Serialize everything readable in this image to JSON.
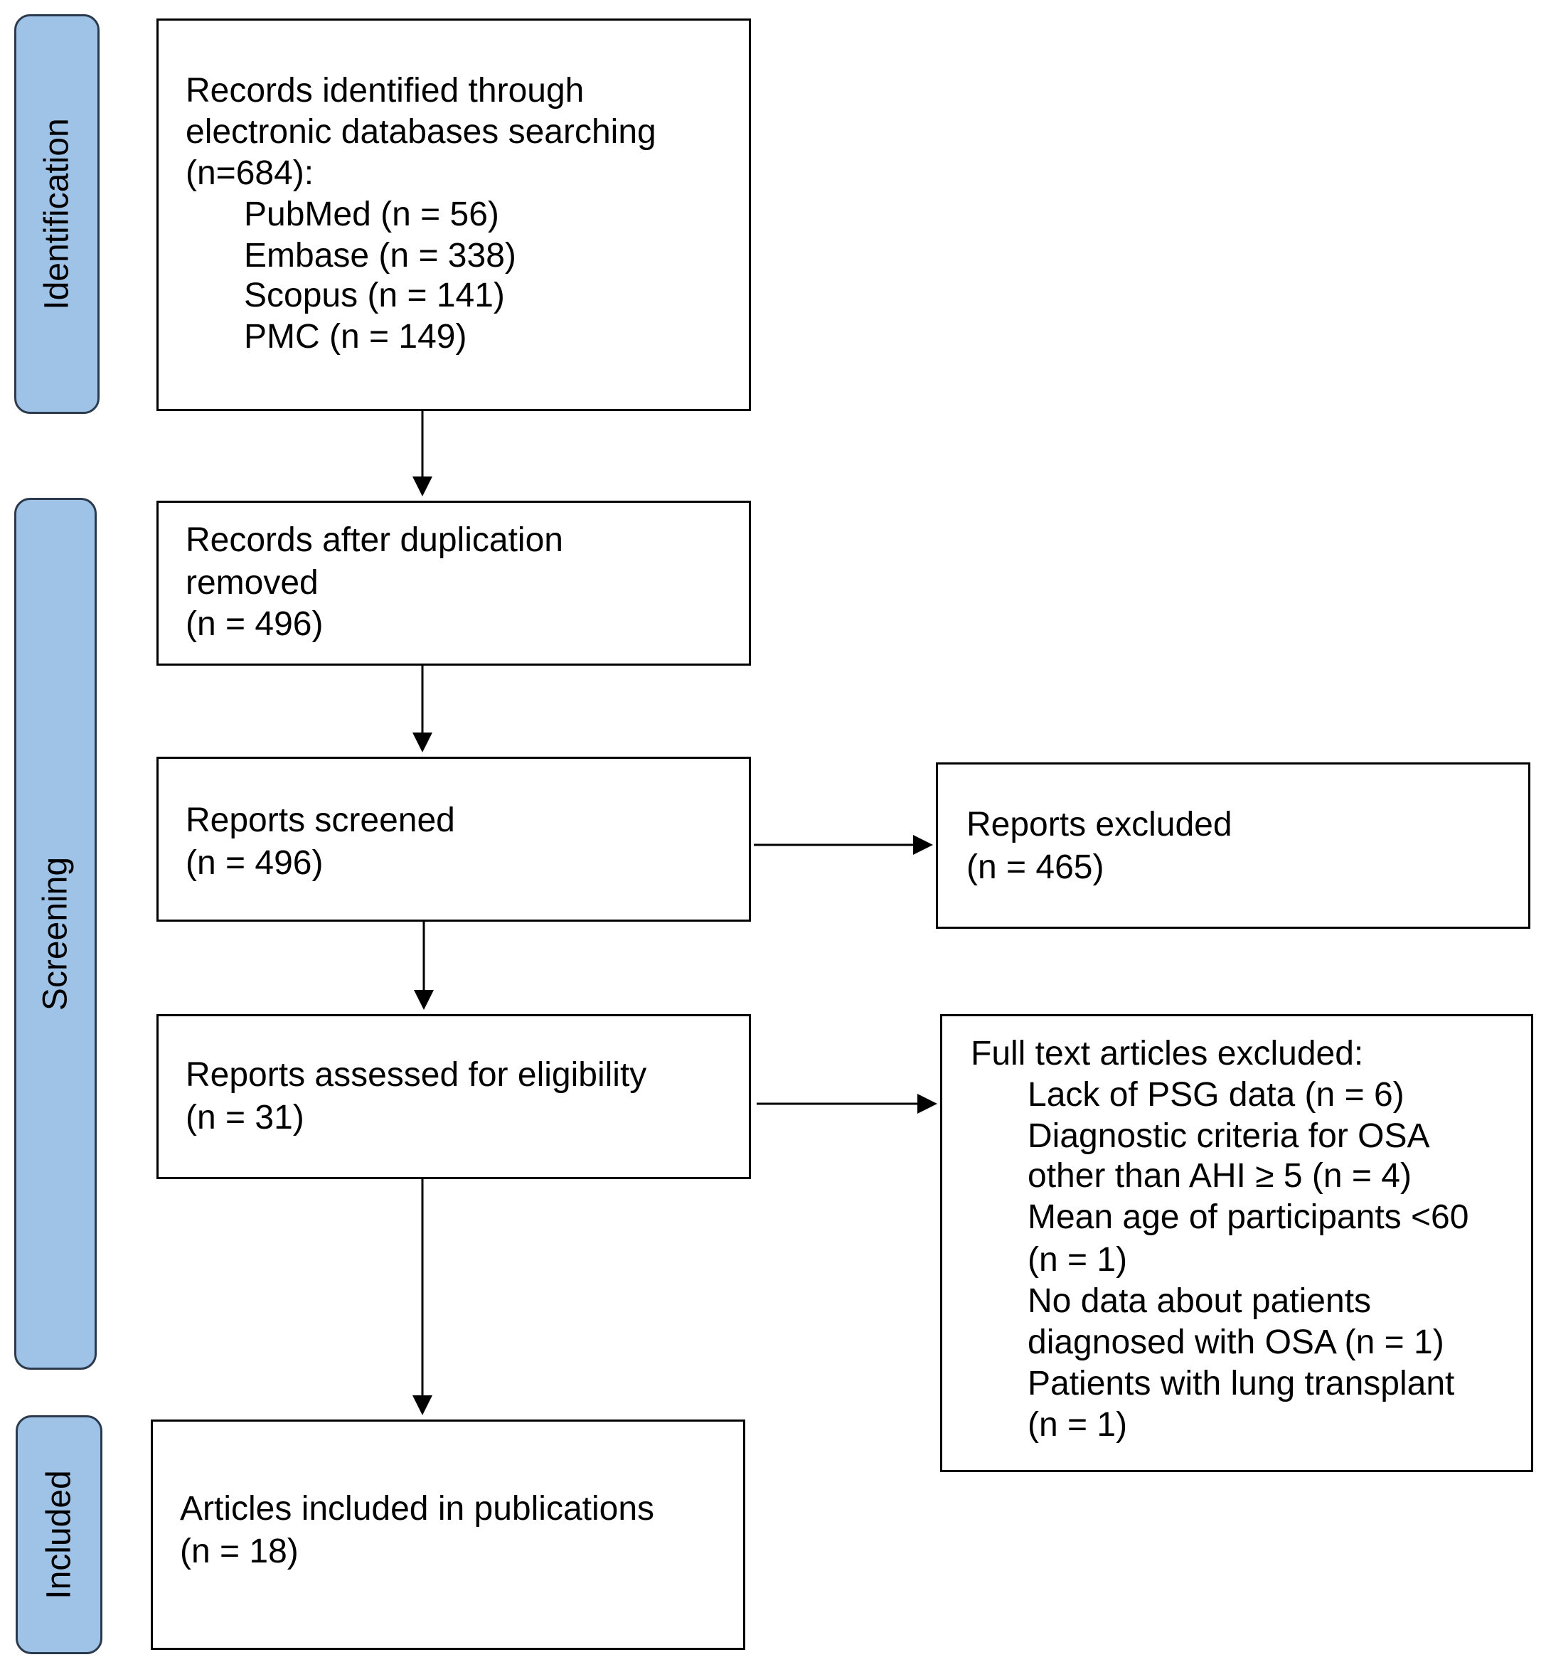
{
  "stages": {
    "identification": "Identification",
    "screening": "Screening",
    "included": "Included"
  },
  "identified": {
    "lines": [
      "Records identified through",
      "electronic databases searching",
      "(n=684):"
    ],
    "sources": [
      "PubMed (n = 56)",
      "Embase (n = 338)",
      "Scopus (n = 141)",
      "PMC (n = 149)"
    ]
  },
  "dedup": {
    "lines": [
      "Records after duplication",
      "removed",
      "(n = 496)"
    ]
  },
  "screened": {
    "lines": [
      "Reports screened",
      "(n = 496)"
    ]
  },
  "excluded": {
    "lines": [
      "Reports excluded",
      "(n = 465)"
    ]
  },
  "eligibility": {
    "lines": [
      "Reports assessed for eligibility",
      "(n = 31)"
    ]
  },
  "fulltext_excluded": {
    "title": "Full text articles excluded:",
    "reasons": [
      "Lack of PSG data (n = 6)",
      "Diagnostic criteria for OSA",
      "other than AHI ≥ 5 (n = 4)",
      "Mean age of participants <60",
      "(n = 1)",
      "No data about patients",
      "diagnosed with OSA (n = 1)",
      "Patients with lung transplant",
      "(n = 1)"
    ]
  },
  "included": {
    "lines": [
      "Articles included in publications",
      "(n = 18)"
    ]
  }
}
